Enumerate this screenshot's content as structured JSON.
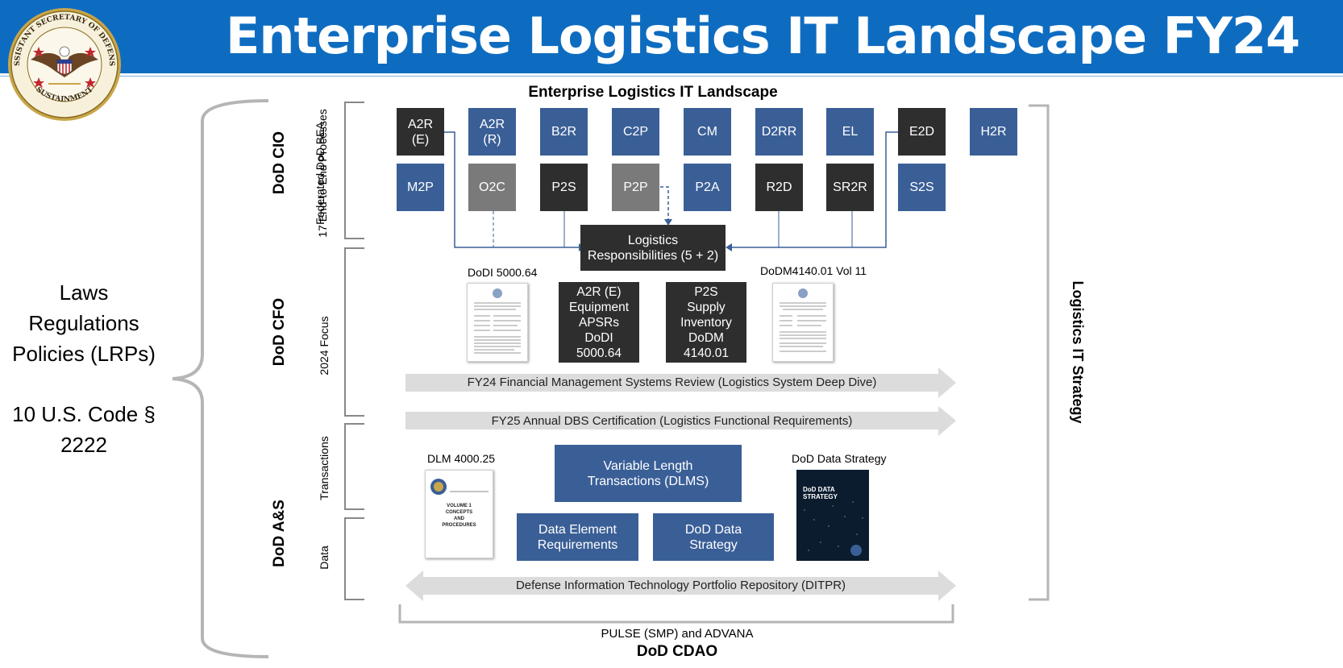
{
  "header": {
    "title": "Enterprise Logistics IT Landscape FY24",
    "seal_text_top": "ASSISTANT SECRETARY OF DEFENSE",
    "seal_text_bottom": "SUSTAINMENT"
  },
  "left_panel": {
    "lines": [
      "Laws",
      "Regulations",
      "Policies (LRPs)"
    ],
    "code_lines": [
      "10 U.S. Code §",
      "2222"
    ]
  },
  "diagram": {
    "title": "Enterprise Logistics IT Landscape",
    "sections": {
      "cio": "DoD CIO",
      "cio_sub_1": "Federated DoD BEA",
      "cio_sub_2": "17 End-to-End Processes",
      "cfo": "DoD CFO",
      "cfo_sub": "2024 Focus",
      "as": "DoD A&S",
      "transactions": "Transactions",
      "data": "Data"
    },
    "processes_row1": [
      {
        "label": "A2R\n(E)",
        "style": "dark"
      },
      {
        "label": "A2R\n(R)",
        "style": "blue"
      },
      {
        "label": "B2R",
        "style": "blue"
      },
      {
        "label": "C2P",
        "style": "blue"
      },
      {
        "label": "CM",
        "style": "blue"
      },
      {
        "label": "D2RR",
        "style": "blue"
      },
      {
        "label": "EL",
        "style": "blue"
      },
      {
        "label": "E2D",
        "style": "dark"
      },
      {
        "label": "H2R",
        "style": "blue"
      }
    ],
    "processes_row2": [
      {
        "label": "M2P",
        "style": "blue"
      },
      {
        "label": "O2C",
        "style": "grey"
      },
      {
        "label": "P2S",
        "style": "dark"
      },
      {
        "label": "P2P",
        "style": "grey"
      },
      {
        "label": "P2A",
        "style": "blue"
      },
      {
        "label": "R2D",
        "style": "dark"
      },
      {
        "label": "SR2R",
        "style": "dark"
      },
      {
        "label": "S2S",
        "style": "blue"
      }
    ],
    "logistics_box": "Logistics\nResponsibilities (5 + 2)",
    "dodi_caption": "DoDI 5000.64",
    "dodm_caption": "DoDM4140.01 Vol 11",
    "a2r_box": "A2R (E)\nEquipment\nAPSRs\nDoDI\n5000.64",
    "p2s_box": "P2S\nSupply\nInventory\nDoDM\n4140.01",
    "fy24_arrow": "FY24 Financial Management Systems Review (Logistics System Deep Dive)",
    "fy25_arrow": "FY25 Annual DBS Certification (Logistics Functional Requirements)",
    "dlm_caption": "DLM 4000.25",
    "dlm_doc_title": "VOLUME 1\nCONCEPTS\nAND\nPROCEDURES",
    "dlms_box": "Variable Length\nTransactions (DLMS)",
    "data_element_box": "Data Element\nRequirements",
    "dod_data_box": "DoD Data\nStrategy",
    "data_strategy_caption": "DoD Data Strategy",
    "data_strategy_cover": "DoD DATA\nSTRATEGY",
    "ditpr_arrow": "Defense Information Technology Portfolio Repository (DITPR)",
    "pulse": "PULSE (SMP) and ADVANA",
    "cdao": "DoD CDAO",
    "right_label": "Logistics IT Strategy"
  },
  "colors": {
    "header_blue": "#0e6cc0",
    "box_blue": "#3a5f97",
    "box_dark": "#2e2e2e",
    "box_grey": "#7a7a7a",
    "arrow_grey": "#dcdcdc"
  }
}
